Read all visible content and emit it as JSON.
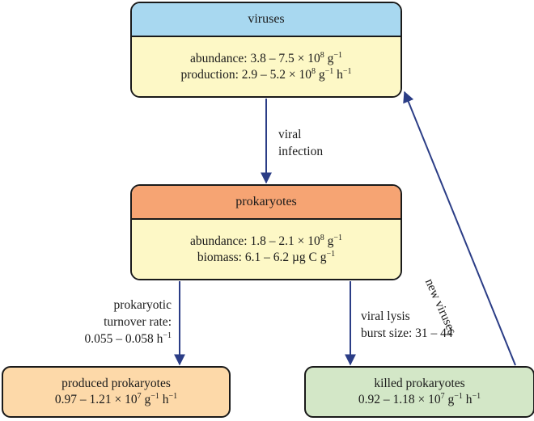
{
  "viruses": {
    "title": "viruses",
    "abundance_label": "abundance: 3.8 – 7.5 × 10",
    "abundance_exp": "8",
    "abundance_unit": " g",
    "abundance_unit_exp": "−1",
    "production_label": "production: 2.9 – 5.2 × 10",
    "production_exp": "8",
    "production_unit": " g",
    "production_unit_exp": "−1",
    "production_unit2": " h",
    "production_unit2_exp": "−1"
  },
  "viral_infection": {
    "line1": "viral",
    "line2": "infection"
  },
  "prokaryotes": {
    "title": "prokaryotes",
    "abundance_label": "abundance: 1.8 – 2.1 × 10",
    "abundance_exp": "8",
    "abundance_unit": " g",
    "abundance_unit_exp": "−1",
    "biomass_label": "biomass: 6.1 – 6.2 µg C g",
    "biomass_exp": "−1"
  },
  "turnover": {
    "line1": "prokaryotic",
    "line2": "turnover rate:",
    "line3": "0.055 – 0.058 h",
    "line3_exp": "−1"
  },
  "lysis": {
    "line1": "viral lysis",
    "line2": "burst size: 31 – 44"
  },
  "new_viruses": "new viruses",
  "produced": {
    "title": "produced prokaryotes",
    "value": "0.97 – 1.21 × 10",
    "exp": "7",
    "unit": " g",
    "unit_exp": "−1",
    "unit2": " h",
    "unit2_exp": "−1"
  },
  "killed": {
    "title": "killed prokaryotes",
    "value": "0.92 – 1.18 × 10",
    "exp": "7",
    "unit": " g",
    "unit_exp": "−1",
    "unit2": " h",
    "unit2_exp": "−1"
  },
  "colors": {
    "arrow": "#2b3d86",
    "viruses_header": "#a8d8f0",
    "prokaryotes_header": "#f6a473",
    "box_body": "#fdf8c6",
    "produced": "#fdd9a9",
    "killed": "#d3e7c7"
  }
}
